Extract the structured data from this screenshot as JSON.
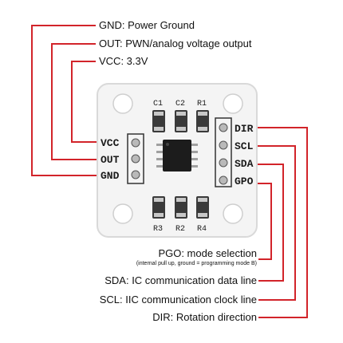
{
  "colors": {
    "line": "#d2242a",
    "board": "#f4f4f4",
    "board_edge": "#d9d9d9"
  },
  "top_labels": [
    {
      "text": "GND: Power Ground"
    },
    {
      "text": "OUT: PWN/analog voltage output"
    },
    {
      "text": "VCC: 3.3V"
    }
  ],
  "bottom_labels": [
    {
      "text": "PGO: mode selection",
      "note": "(internal pull up, ground = programming mode B)"
    },
    {
      "text": "SDA: IC communication data line"
    },
    {
      "text": "SCL: IIC communication clock line"
    },
    {
      "text": "DIR: Rotation direction"
    }
  ],
  "board": {
    "left_pins": [
      "VCC",
      "OUT",
      "GND"
    ],
    "right_pins": [
      "DIR",
      "SCL",
      "SDA",
      "GPO"
    ],
    "top_components": [
      "C1",
      "C2",
      "R1"
    ],
    "bottom_components": [
      "R3",
      "R2",
      "R4"
    ]
  }
}
